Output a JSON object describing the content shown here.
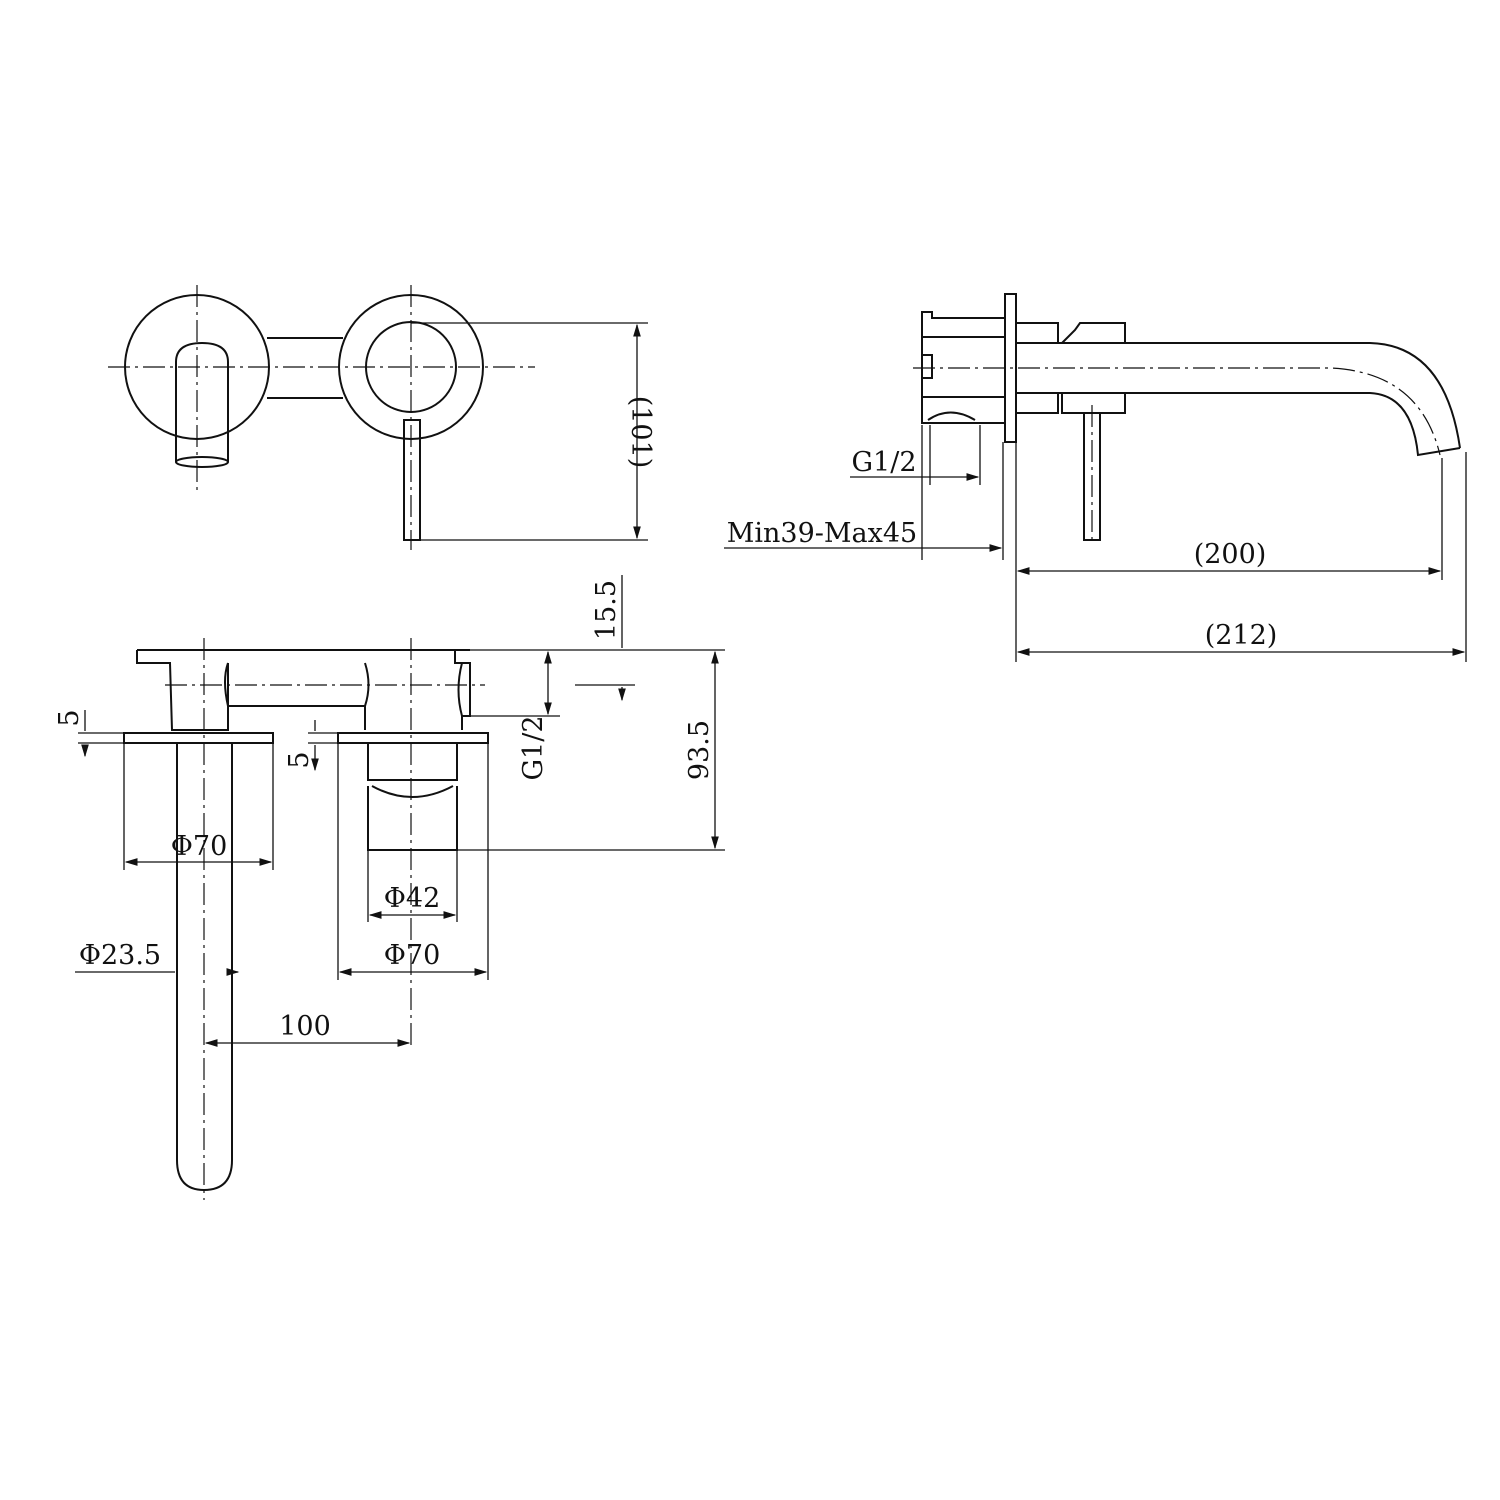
{
  "title": "Wall-mounted basin mixer with spout - dimension drawing",
  "front_view": {
    "height_dim": "(101)"
  },
  "side_view": {
    "thread_dim": "G1/2",
    "wall_depth_dim": "Min39-Max45",
    "spout_reach_dim": "(200)",
    "overall_reach_dim": "(212)"
  },
  "top_view": {
    "plate_gap_left": "5",
    "plate_gap_right": "5",
    "top_offset_dim": "15.5",
    "thread_dim": "G1/2",
    "depth_dim": "93.5",
    "left_plate_dia": "Φ70",
    "cartridge_dia": "Φ42",
    "right_plate_dia": "Φ70",
    "spout_dia": "Φ23.5",
    "centre_distance": "100"
  },
  "colors": {
    "line": "#111111",
    "background": "#ffffff"
  }
}
